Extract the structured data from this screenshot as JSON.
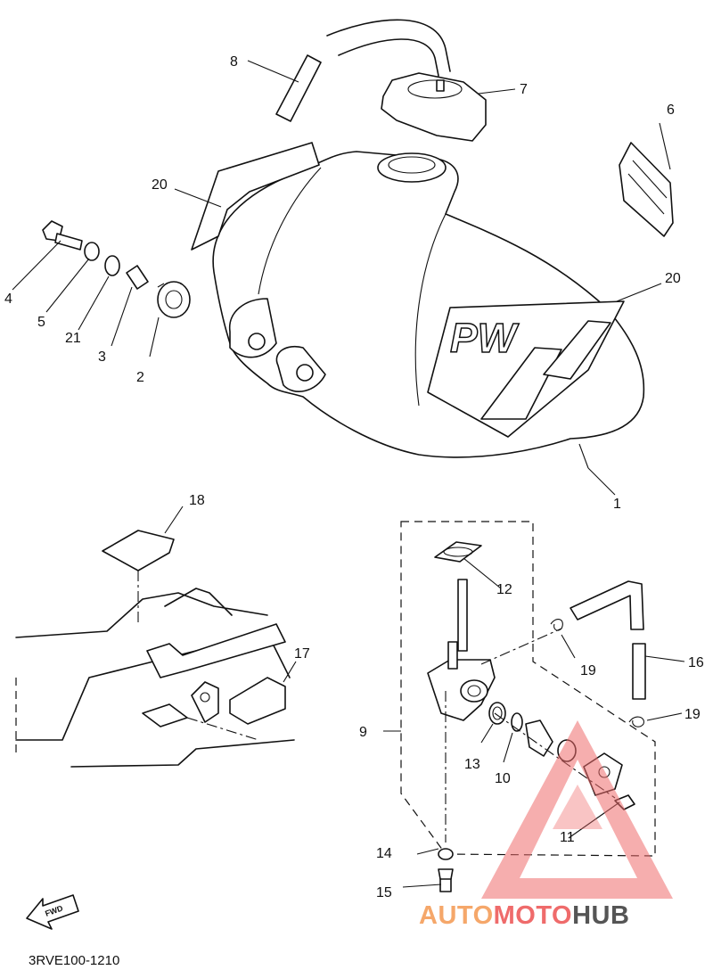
{
  "diagram": {
    "callouts": [
      {
        "id": "1",
        "text": "1"
      },
      {
        "id": "2",
        "text": "2"
      },
      {
        "id": "3",
        "text": "3"
      },
      {
        "id": "4",
        "text": "4"
      },
      {
        "id": "5",
        "text": "5"
      },
      {
        "id": "6",
        "text": "6"
      },
      {
        "id": "7",
        "text": "7"
      },
      {
        "id": "8",
        "text": "8"
      },
      {
        "id": "9",
        "text": "9"
      },
      {
        "id": "10",
        "text": "10"
      },
      {
        "id": "11",
        "text": "11"
      },
      {
        "id": "12",
        "text": "12"
      },
      {
        "id": "13",
        "text": "13"
      },
      {
        "id": "14",
        "text": "14"
      },
      {
        "id": "15",
        "text": "15"
      },
      {
        "id": "16",
        "text": "16"
      },
      {
        "id": "17",
        "text": "17"
      },
      {
        "id": "18",
        "text": "18"
      },
      {
        "id": "19a",
        "text": "19"
      },
      {
        "id": "19b",
        "text": "19"
      },
      {
        "id": "20a",
        "text": "20"
      },
      {
        "id": "20b",
        "text": "20"
      },
      {
        "id": "21",
        "text": "21"
      }
    ],
    "decal_text": "PW",
    "fwd_label": "FWD",
    "diagram_code": "3RVE100-1210"
  },
  "watermark": {
    "part1": "AUTO",
    "part2": "MOTO",
    "part3": "HUB",
    "colors": {
      "orange": "#f5a76a",
      "red": "#ef6b6b",
      "dark": "#555555"
    }
  }
}
